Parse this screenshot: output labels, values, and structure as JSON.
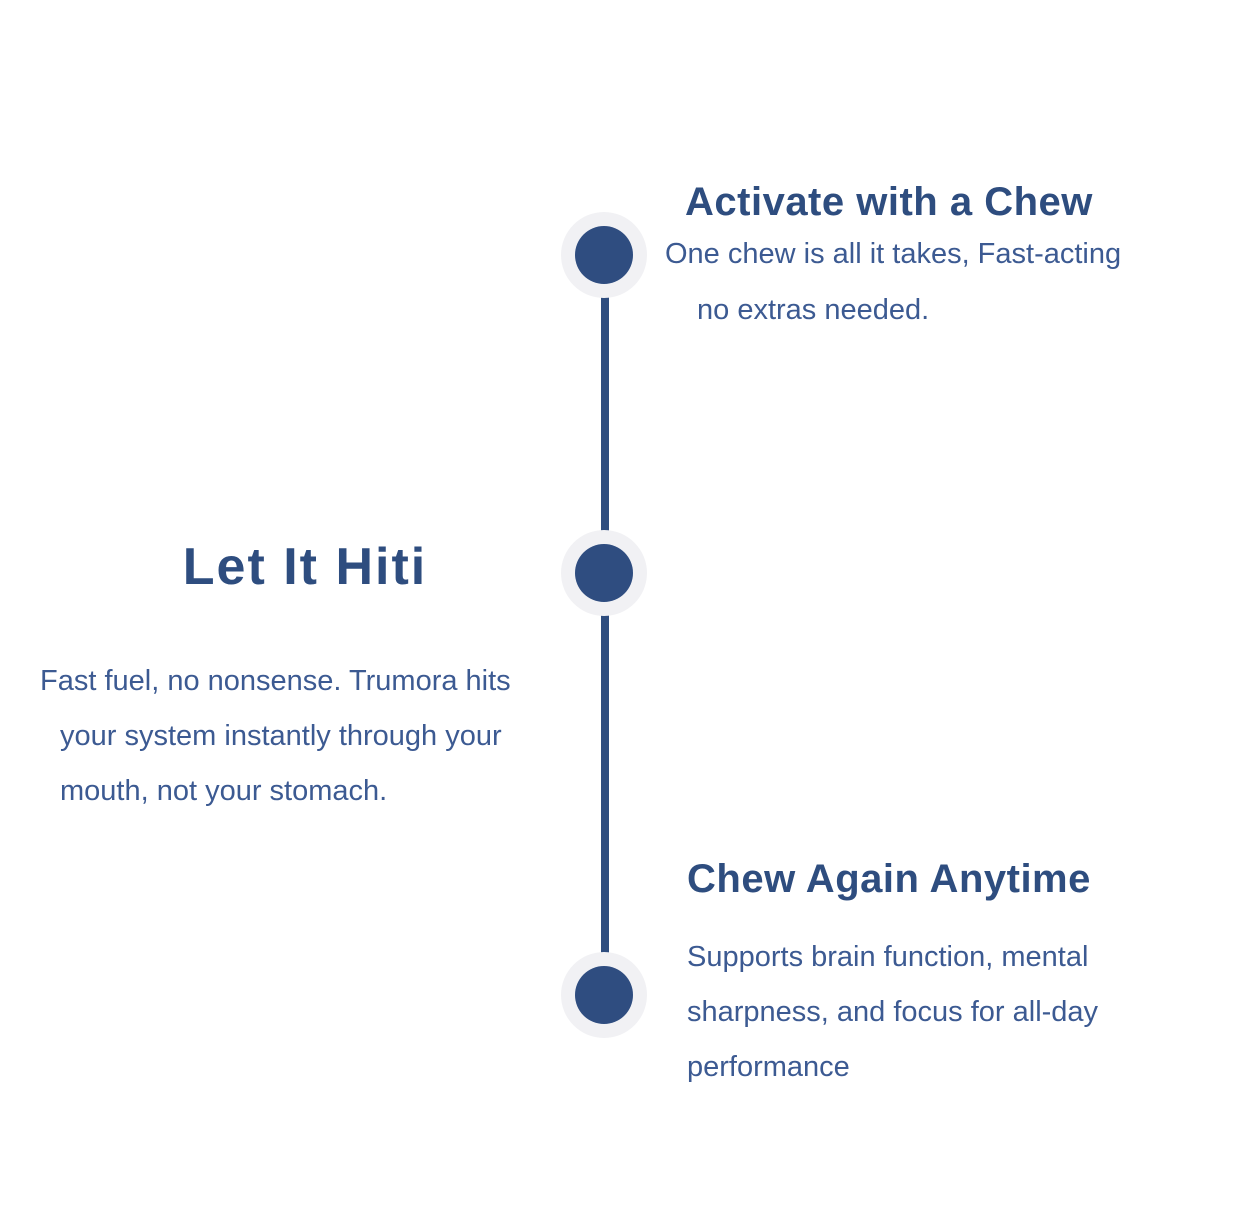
{
  "colors": {
    "heading": "#2e4d7f",
    "body_text": "#3c5a92",
    "node_fill": "#2f4d80",
    "node_halo": "#f1f1f4",
    "timeline_line": "#2e4d7f",
    "background": "#ffffff"
  },
  "timeline": {
    "node_count": 3
  },
  "steps": [
    {
      "title": "Activate with a Chew",
      "lines": [
        "One chew is all it takes, Fast-acting",
        "no extras needed."
      ]
    },
    {
      "title": "Let It Hiti",
      "lines": [
        "Fast fuel, no nonsense. Trumora hits",
        "your system instantly through your",
        "mouth, not your stomach."
      ]
    },
    {
      "title": "Chew Again Anytime",
      "lines": [
        "Supports brain function, mental",
        "sharpness, and focus for all-day",
        "performance"
      ]
    }
  ]
}
